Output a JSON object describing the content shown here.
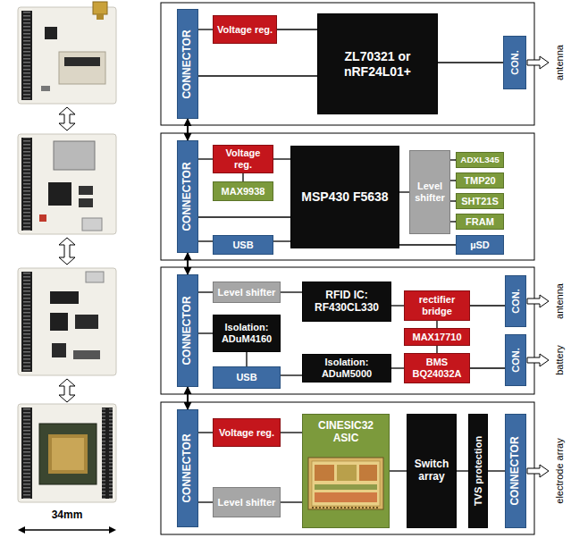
{
  "diagram": {
    "nodes": [
      {
        "text": [
          "CONNECTOR"
        ]
      },
      {
        "text": [
          "Voltage reg."
        ]
      },
      {
        "text": [
          "ZL70321 or nRF24L01+"
        ]
      },
      {
        "text": [
          "CON."
        ]
      },
      {
        "text": [
          "CONNECTOR"
        ]
      },
      {
        "text": [
          "Voltage reg."
        ]
      },
      {
        "text": [
          "MAX9938"
        ]
      },
      {
        "text": [
          "USB"
        ]
      },
      {
        "text": [
          "MSP430 F5638"
        ]
      },
      {
        "text": [
          "Level shifter"
        ]
      },
      {
        "text": [
          "ADXL345"
        ]
      },
      {
        "text": [
          "TMP20"
        ]
      },
      {
        "text": [
          "SHT21S"
        ]
      },
      {
        "text": [
          "FRAM"
        ]
      },
      {
        "text": [
          "µSD"
        ]
      },
      {
        "text": [
          "CONNECTOR"
        ]
      },
      {
        "text": [
          "Level shifter"
        ]
      },
      {
        "text": [
          "Isolation: ADuM4160"
        ]
      },
      {
        "text": [
          "USB"
        ]
      },
      {
        "text": [
          "RFID IC: RF430CL330"
        ]
      },
      {
        "text": [
          "rectifier bridge"
        ]
      },
      {
        "text": [
          "MAX17710"
        ]
      },
      {
        "text": [
          "Isolation: ADuM5000"
        ]
      },
      {
        "text": [
          "BMS BQ24032A"
        ]
      },
      {
        "text": [
          "CON."
        ]
      },
      {
        "text": [
          "CON."
        ]
      },
      {
        "text": [
          "CONNECTOR"
        ]
      },
      {
        "text": [
          "Voltage reg."
        ]
      },
      {
        "text": [
          "Level shifter"
        ]
      },
      {
        "text": [
          "CINESIC32 ASIC"
        ]
      },
      {
        "text": [
          "Switch array"
        ]
      },
      {
        "text": [
          "TVS protection"
        ]
      },
      {
        "text": [
          "CONNECTOR"
        ]
      }
    ],
    "edges": [
      {
        "from": 0,
        "to": 1,
        "arrow": "none"
      },
      {
        "from": 1,
        "to": 2,
        "arrow": "none"
      },
      {
        "from": 0,
        "to": 2,
        "arrow": "none"
      },
      {
        "from": 2,
        "to": 3,
        "arrow": "none"
      },
      {
        "from": 0,
        "to": 4,
        "arrow": "both"
      },
      {
        "from": 4,
        "to": 5,
        "arrow": "none"
      },
      {
        "from": 5,
        "to": 8,
        "arrow": "none"
      },
      {
        "from": 5,
        "to": 6,
        "arrow": "none"
      },
      {
        "from": 4,
        "to": 7,
        "arrow": "none"
      },
      {
        "from": 7,
        "to": 8,
        "arrow": "none"
      },
      {
        "from": 4,
        "to": 8,
        "arrow": "none"
      },
      {
        "from": 8,
        "to": 9,
        "arrow": "none"
      },
      {
        "from": 9,
        "to": 10,
        "arrow": "none"
      },
      {
        "from": 9,
        "to": 11,
        "arrow": "none"
      },
      {
        "from": 9,
        "to": 12,
        "arrow": "none"
      },
      {
        "from": 9,
        "to": 13,
        "arrow": "none"
      },
      {
        "from": 8,
        "to": 14,
        "arrow": "none"
      },
      {
        "from": 4,
        "to": 15,
        "arrow": "both"
      },
      {
        "from": 15,
        "to": 16,
        "arrow": "none"
      },
      {
        "from": 16,
        "to": 19,
        "arrow": "none"
      },
      {
        "from": 15,
        "to": 17,
        "arrow": "none"
      },
      {
        "from": 17,
        "to": 18,
        "arrow": "none"
      },
      {
        "from": 18,
        "to": 22,
        "arrow": "none"
      },
      {
        "from": 22,
        "to": 23,
        "arrow": "none"
      },
      {
        "from": 19,
        "to": 20,
        "arrow": "none"
      },
      {
        "from": 20,
        "to": 24,
        "arrow": "none"
      },
      {
        "from": 20,
        "to": 21,
        "arrow": "none"
      },
      {
        "from": 21,
        "to": 23,
        "arrow": "none"
      },
      {
        "from": 23,
        "to": 25,
        "arrow": "none"
      },
      {
        "from": 15,
        "to": 26,
        "arrow": "both"
      },
      {
        "from": 26,
        "to": 27,
        "arrow": "none"
      },
      {
        "from": 27,
        "to": 29,
        "arrow": "none"
      },
      {
        "from": 26,
        "to": 28,
        "arrow": "none"
      },
      {
        "from": 28,
        "to": 29,
        "arrow": "none"
      },
      {
        "from": 29,
        "to": 30,
        "arrow": "none"
      },
      {
        "from": 30,
        "to": 31,
        "arrow": "none"
      },
      {
        "from": 31,
        "to": 32,
        "arrow": "none"
      }
    ],
    "labels": [
      "antenna",
      "antenna",
      "battery",
      "electrode array",
      "34mm"
    ]
  }
}
